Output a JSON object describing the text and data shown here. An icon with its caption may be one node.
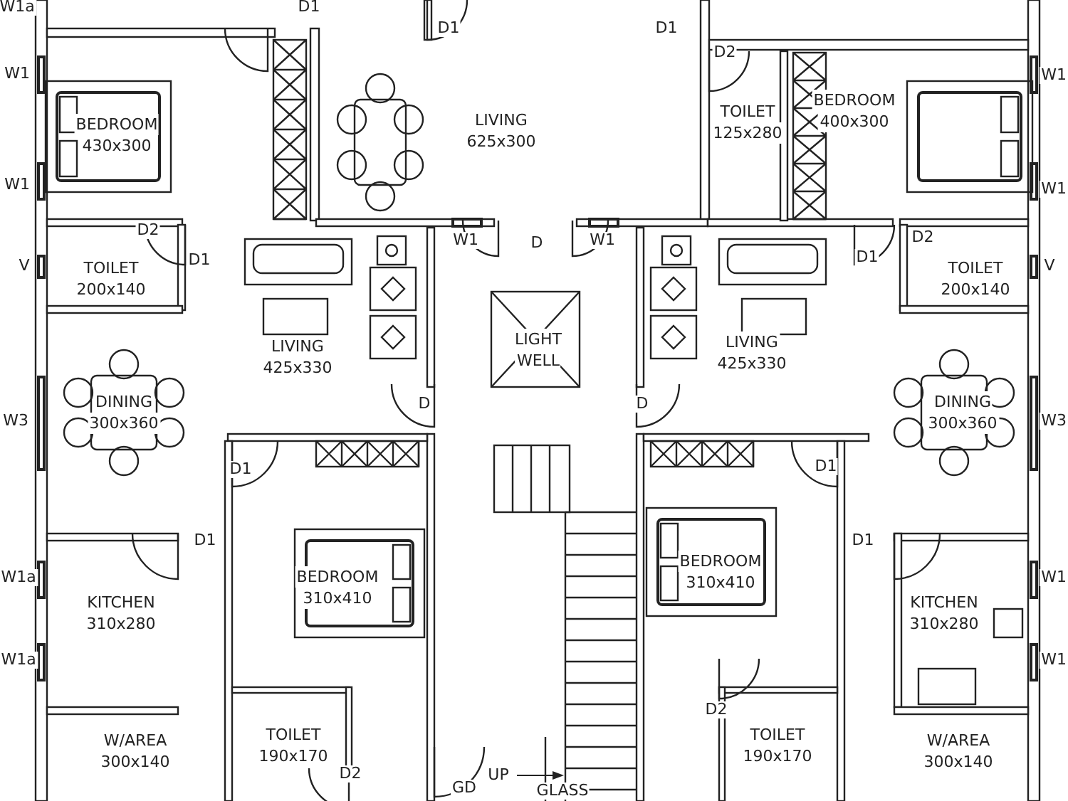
{
  "diagram": {
    "nodes": [
      {
        "text": [
          "BEDROOM",
          "430x300"
        ]
      },
      {
        "text": [
          "LIVING",
          "625x300"
        ]
      },
      {
        "text": [
          "TOILET",
          "125x280"
        ]
      },
      {
        "text": [
          "BEDROOM",
          "400x300"
        ]
      },
      {
        "text": [
          "TOILET",
          "200x140"
        ]
      },
      {
        "text": [
          "TOILET",
          "200x140"
        ]
      },
      {
        "text": [
          "LIVING",
          "425x330"
        ]
      },
      {
        "text": [
          "LIGHT",
          "WELL"
        ]
      },
      {
        "text": [
          "LIVING",
          "425x330"
        ]
      },
      {
        "text": [
          "DINING",
          "300x360"
        ]
      },
      {
        "text": [
          "DINING",
          "300x360"
        ]
      },
      {
        "text": [
          "BEDROOM",
          "310x410"
        ]
      },
      {
        "text": [
          "BEDROOM",
          "310x410"
        ]
      },
      {
        "text": [
          "KITCHEN",
          "310x280"
        ]
      },
      {
        "text": [
          "KITCHEN",
          "310x280"
        ]
      },
      {
        "text": [
          "TOILET",
          "190x170"
        ]
      },
      {
        "text": [
          "TOILET",
          "190x170"
        ]
      },
      {
        "text": [
          "W/AREA",
          "300x140"
        ]
      },
      {
        "text": [
          "W/AREA",
          "300x140"
        ]
      }
    ],
    "labels": [
      "W1a",
      "D1",
      "D1",
      "D1",
      "W1",
      "D2",
      "W1",
      "W1",
      "W1",
      "D2",
      "W1",
      "D",
      "W1",
      "D2",
      "D1",
      "D1",
      "V",
      "V",
      "D",
      "D",
      "W3",
      "W3",
      "D1",
      "D1",
      "D1",
      "D1",
      "W1a",
      "W1",
      "W1a",
      "W1",
      "D2",
      "D2",
      "UP",
      "GD",
      "GLASS"
    ]
  }
}
